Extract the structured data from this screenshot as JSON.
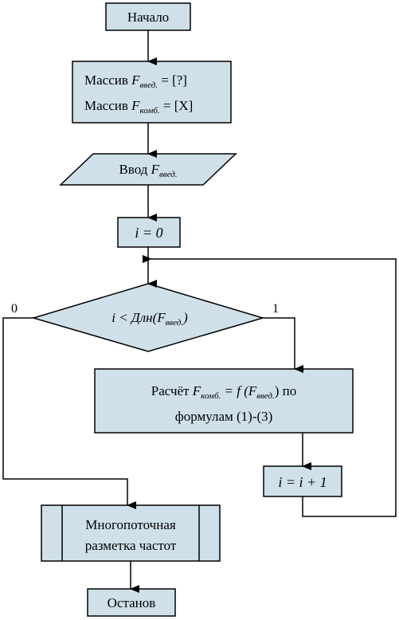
{
  "nodes": {
    "start": "Начало",
    "init_line1_prefix": "Массив ",
    "init_line1_var": "F",
    "init_line1_sub": "введ.",
    "init_line1_suffix": " = [?]",
    "init_line2_prefix": "Массив ",
    "init_line2_var": "F",
    "init_line2_sub": "комб.",
    "init_line2_suffix": " = [X]",
    "input_prefix": "Ввод ",
    "input_var": "F",
    "input_sub": "введ.",
    "loop_init": "i = 0",
    "decision_main": "i < Длн(F",
    "decision_sub": "введ.",
    "decision_close": ")",
    "calc_prefix": "Расчёт  ",
    "calc_var": "F",
    "calc_sub1": "комб.",
    "calc_mid": " = f (F",
    "calc_sub2": "введ.",
    "calc_close": ") по",
    "calc_line2": "формулам (1)-(3)",
    "increment": "i = i + 1",
    "process_line1": "Многопоточная",
    "process_line2": "разметка частот",
    "stop": "Останов"
  },
  "branches": {
    "no": "0",
    "yes": "1"
  },
  "colors": {
    "fill": "#cfe0ea",
    "stroke": "#000000"
  }
}
